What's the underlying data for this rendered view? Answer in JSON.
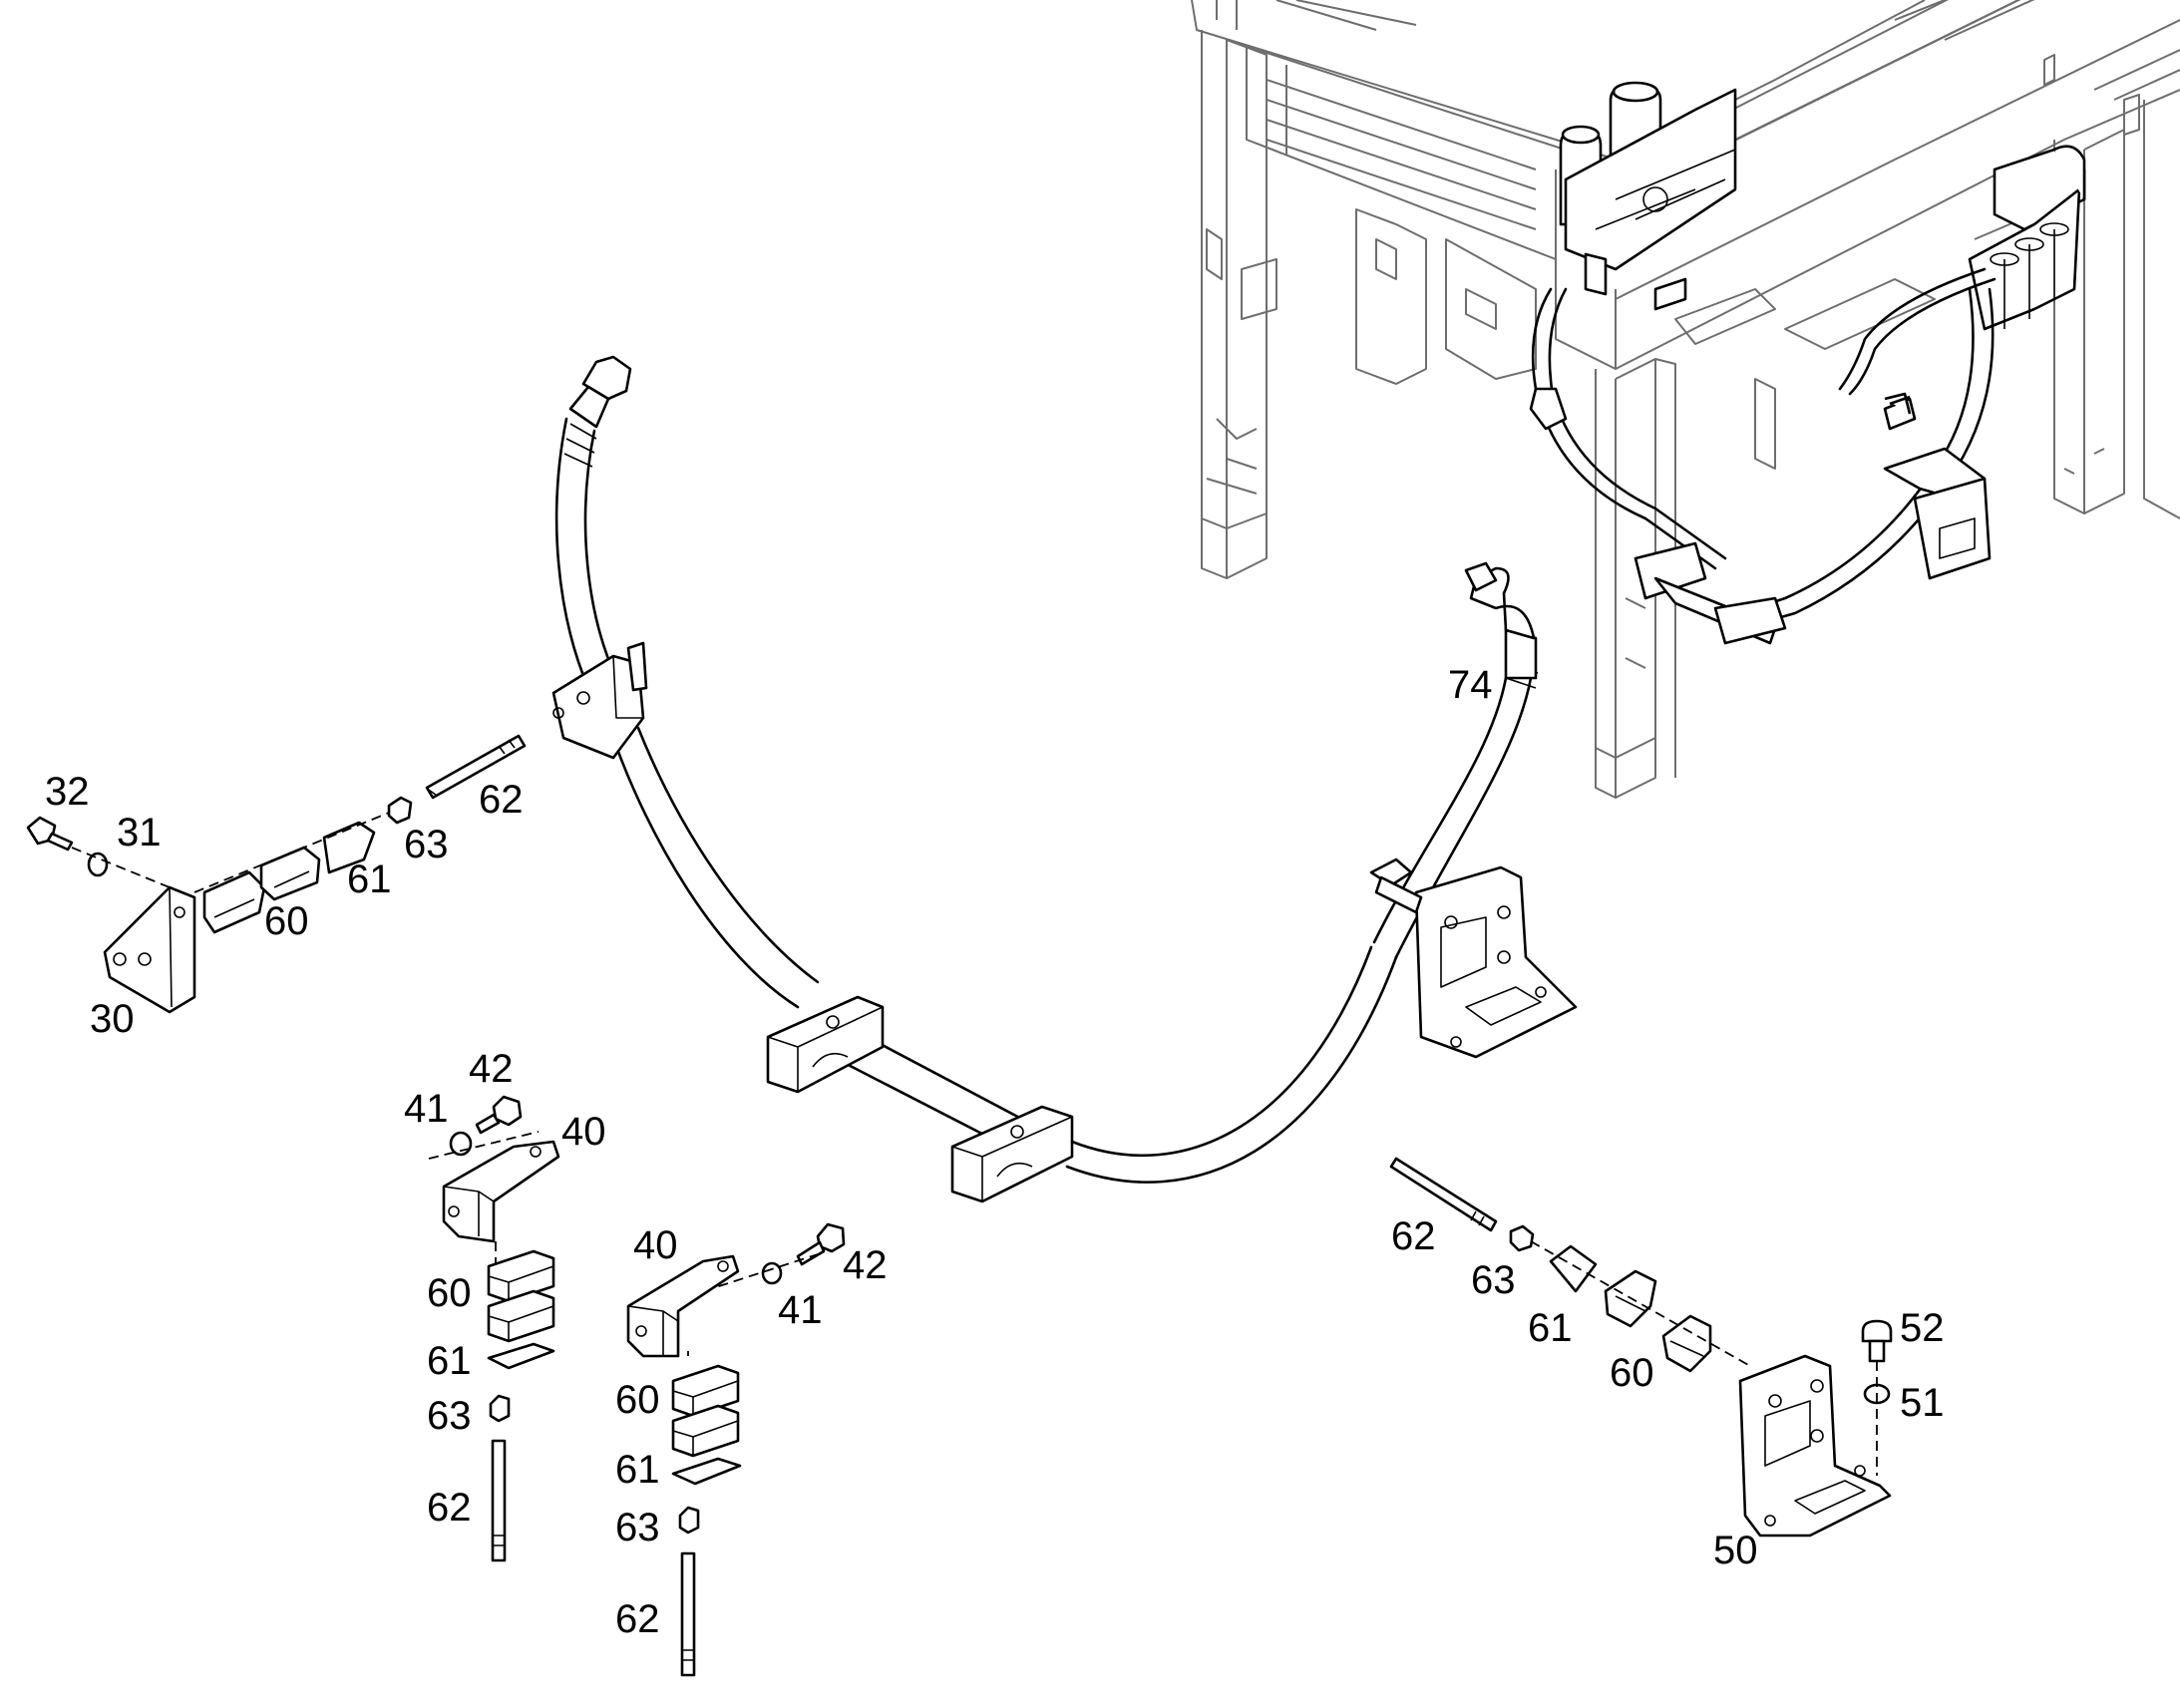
{
  "labels": {
    "hose": "74",
    "left_bracket": "30",
    "left_washer": "31",
    "left_bolt": "32",
    "right_bracket": "50",
    "right_washer": "51",
    "right_bolt": "52",
    "upper_clip": "40",
    "upper_clip_washer": "41",
    "upper_clip_bolt": "42",
    "clamp_half": "60",
    "clamp_plate": "61",
    "stud": "62",
    "nut": "63"
  }
}
